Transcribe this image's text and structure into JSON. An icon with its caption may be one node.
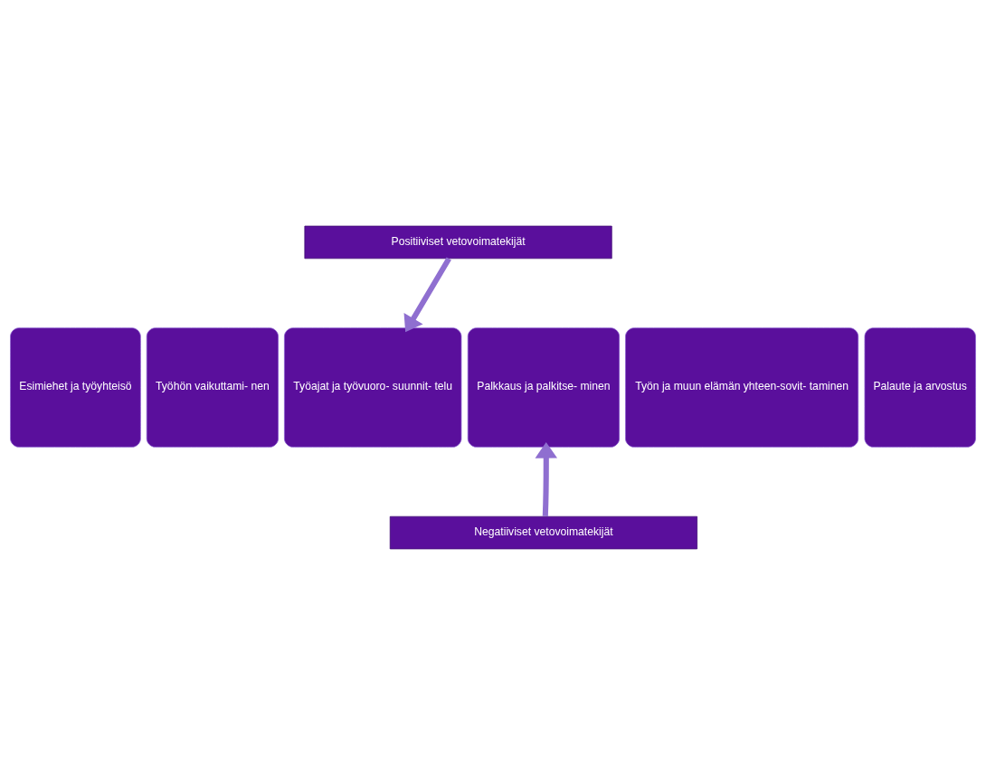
{
  "diagram": {
    "nodes": [
      {
        "text": [
          "Positiiviset vetovoimatekijät"
        ]
      },
      {
        "text": [
          "Esimiehet ja työyhteisö"
        ]
      },
      {
        "text": [
          "Työhön vaikuttami- nen"
        ]
      },
      {
        "text": [
          "Työajat ja työvuoro- suunnit- telu"
        ]
      },
      {
        "text": [
          "Palkkaus ja palkitse- minen"
        ]
      },
      {
        "text": [
          "Työn ja muun elämän yhteen-sovit- taminen"
        ]
      },
      {
        "text": [
          "Palaute ja arvostus"
        ]
      },
      {
        "text": [
          "Negatiiviset vetovoimatekijät"
        ]
      }
    ],
    "edges": [
      {
        "from": 0,
        "to": 3,
        "arrow": "to"
      },
      {
        "from": 7,
        "to": 4,
        "arrow": "to"
      }
    ]
  }
}
